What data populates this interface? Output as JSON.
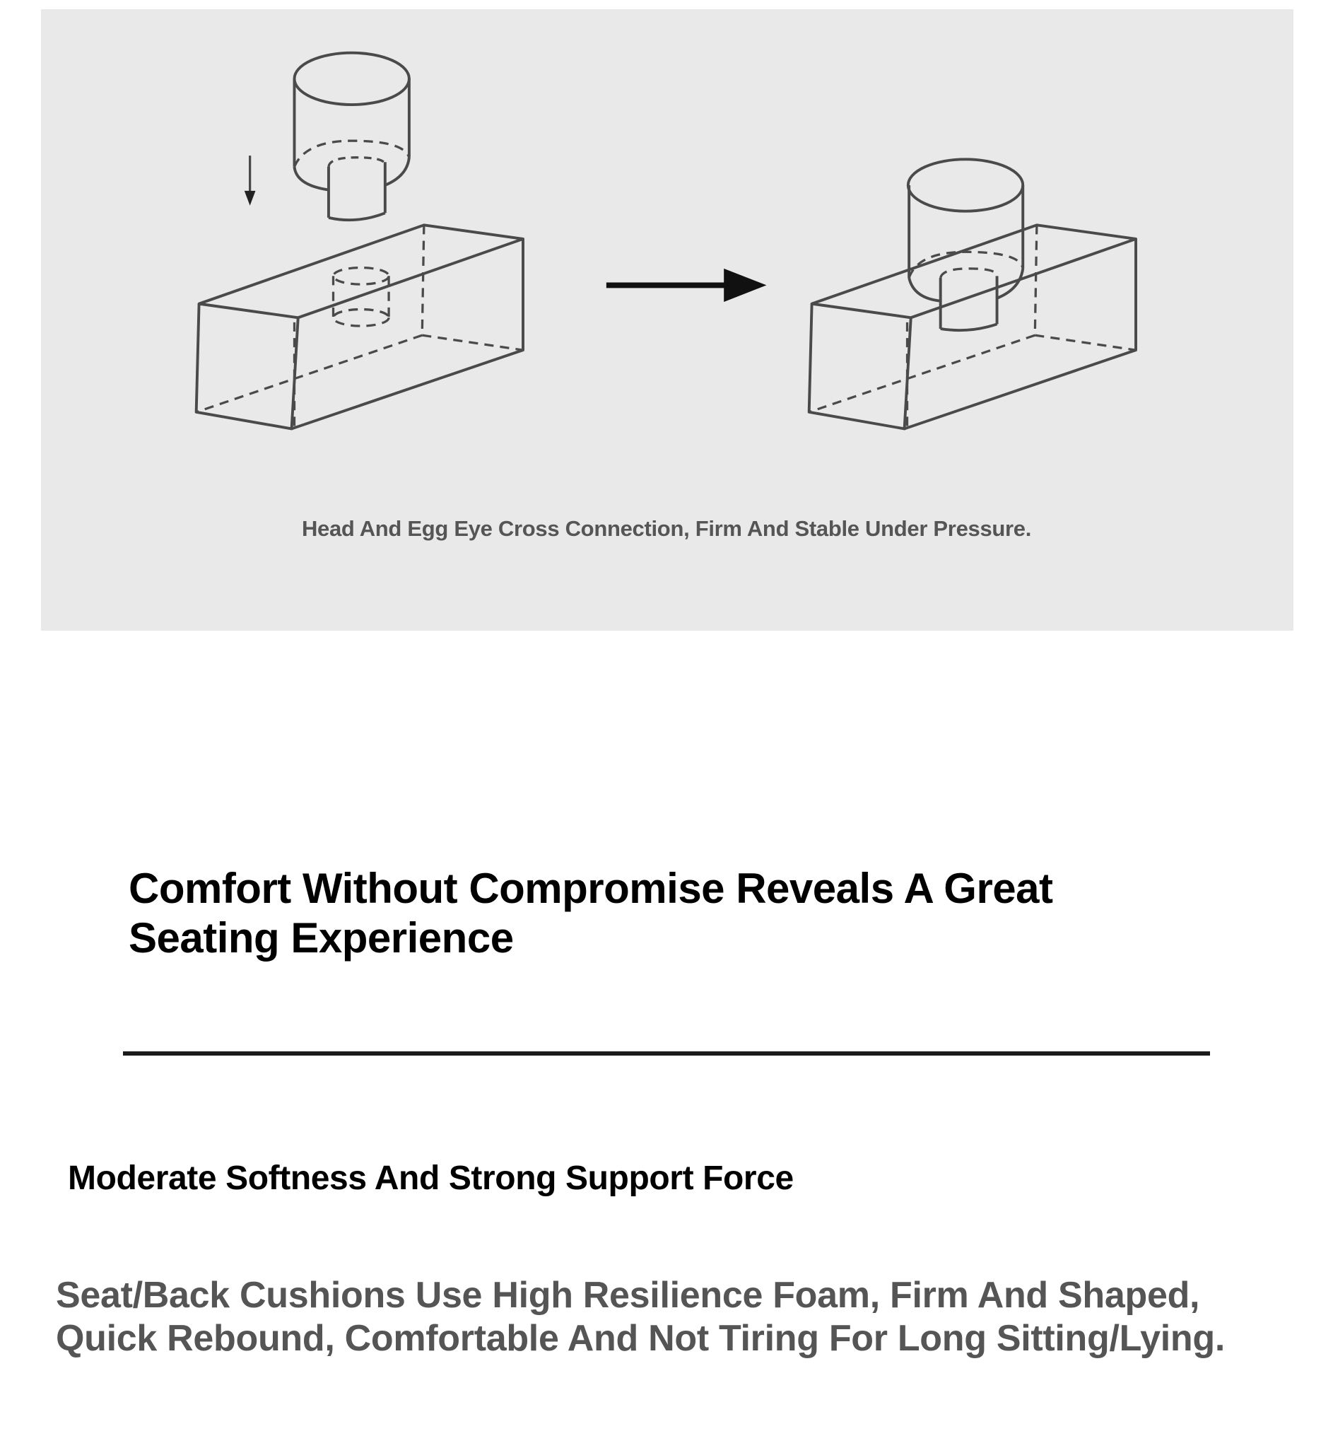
{
  "diagram": {
    "caption": "Head And Egg Eye Cross Connection, Firm And Stable Under Pressure."
  },
  "section": {
    "title": "Comfort Without Compromise Reveals A Great Seating Experience",
    "subtitle": "Moderate Softness And Strong Support Force",
    "description": "Seat/Back Cushions Use High Resilience Foam, Firm And Shaped, Quick Rebound, Comfortable And Not Tiring For Long Sitting/Lying."
  },
  "colors": {
    "panel": "#e9e9e9",
    "line": "#4a4a4a",
    "text_gray": "#555555"
  }
}
